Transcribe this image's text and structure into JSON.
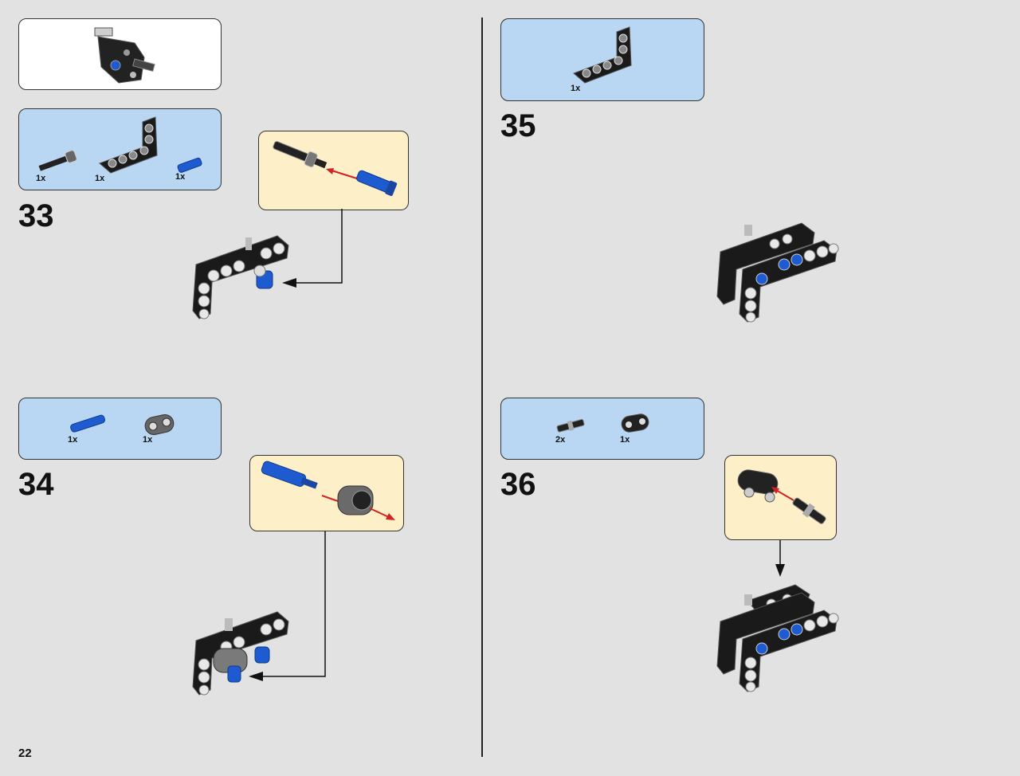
{
  "page_number": "22",
  "steps": {
    "s33": {
      "number": "33",
      "parts": [
        "1x",
        "1x",
        "1x"
      ]
    },
    "s34": {
      "number": "34",
      "parts": [
        "1x",
        "1x"
      ]
    },
    "s35": {
      "number": "35",
      "parts": [
        "1x"
      ]
    },
    "s36": {
      "number": "36",
      "parts": [
        "2x",
        "1x"
      ]
    }
  },
  "colors": {
    "background": "#e2e2e2",
    "parts_box": "#b9d7f2",
    "callout_box": "#fdefc8",
    "beam": "#1a1a1a",
    "pin_blue": "#1f5bd0",
    "arrow_red": "#d22222"
  },
  "icons": [
    "technic-beam-icon",
    "axle-pin-icon",
    "blue-pin-icon",
    "connector-icon",
    "assembly-icon"
  ]
}
